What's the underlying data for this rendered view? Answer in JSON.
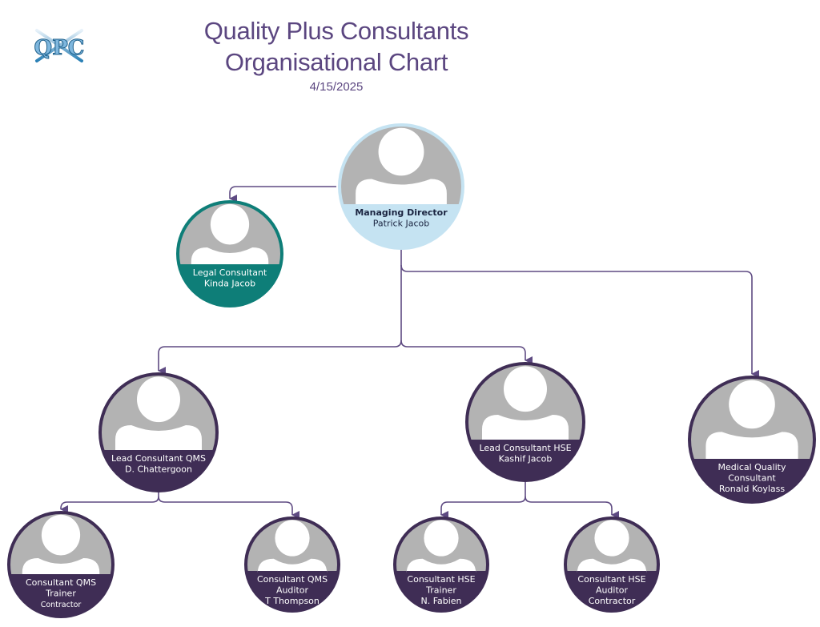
{
  "header": {
    "title_line1": "Quality Plus Consultants",
    "title_line2": "Organisational Chart",
    "date": "4/15/2025",
    "logo_text": "QPC"
  },
  "colors": {
    "accent": "#5b4680",
    "connector": "#5e4a82",
    "node_dark": "#3f2d55",
    "node_teal": "#0e7e78",
    "node_light": "#c5e3f2",
    "photo_placeholder": "#b3b3b3"
  },
  "nodes": [
    {
      "id": "md",
      "title": "Managing Director",
      "lines": [
        "Patrick Jacob"
      ],
      "style": "light",
      "title_bold": true
    },
    {
      "id": "legal",
      "title": "Legal Consultant",
      "lines": [
        "Kinda Jacob"
      ],
      "style": "teal"
    },
    {
      "id": "lead_qms",
      "title": "Lead Consultant QMS",
      "lines": [
        "D. Chattergoon"
      ],
      "style": "dark"
    },
    {
      "id": "lead_hse",
      "title": "Lead Consultant HSE",
      "lines": [
        "Kashif Jacob"
      ],
      "style": "dark"
    },
    {
      "id": "medical",
      "title": "Medical Quality",
      "lines": [
        "Consultant",
        "Ronald Koylass"
      ],
      "style": "dark"
    },
    {
      "id": "qms_trainer",
      "title": "Consultant QMS",
      "lines": [
        "Trainer",
        "Contractor"
      ],
      "style": "dark"
    },
    {
      "id": "qms_auditor",
      "title": "Consultant QMS",
      "lines": [
        "Auditor",
        "T Thompson"
      ],
      "style": "dark"
    },
    {
      "id": "hse_trainer",
      "title": "Consultant HSE",
      "lines": [
        "Trainer",
        "N. Fabien"
      ],
      "style": "dark"
    },
    {
      "id": "hse_auditor",
      "title": "Consultant HSE",
      "lines": [
        "Auditor",
        "Contractor"
      ],
      "style": "dark"
    }
  ],
  "edges": [
    {
      "from": "md",
      "to": "legal"
    },
    {
      "from": "md",
      "to": "lead_qms"
    },
    {
      "from": "md",
      "to": "lead_hse"
    },
    {
      "from": "md",
      "to": "medical"
    },
    {
      "from": "lead_qms",
      "to": "qms_trainer"
    },
    {
      "from": "lead_qms",
      "to": "qms_auditor"
    },
    {
      "from": "lead_hse",
      "to": "hse_trainer"
    },
    {
      "from": "lead_hse",
      "to": "hse_auditor"
    }
  ]
}
